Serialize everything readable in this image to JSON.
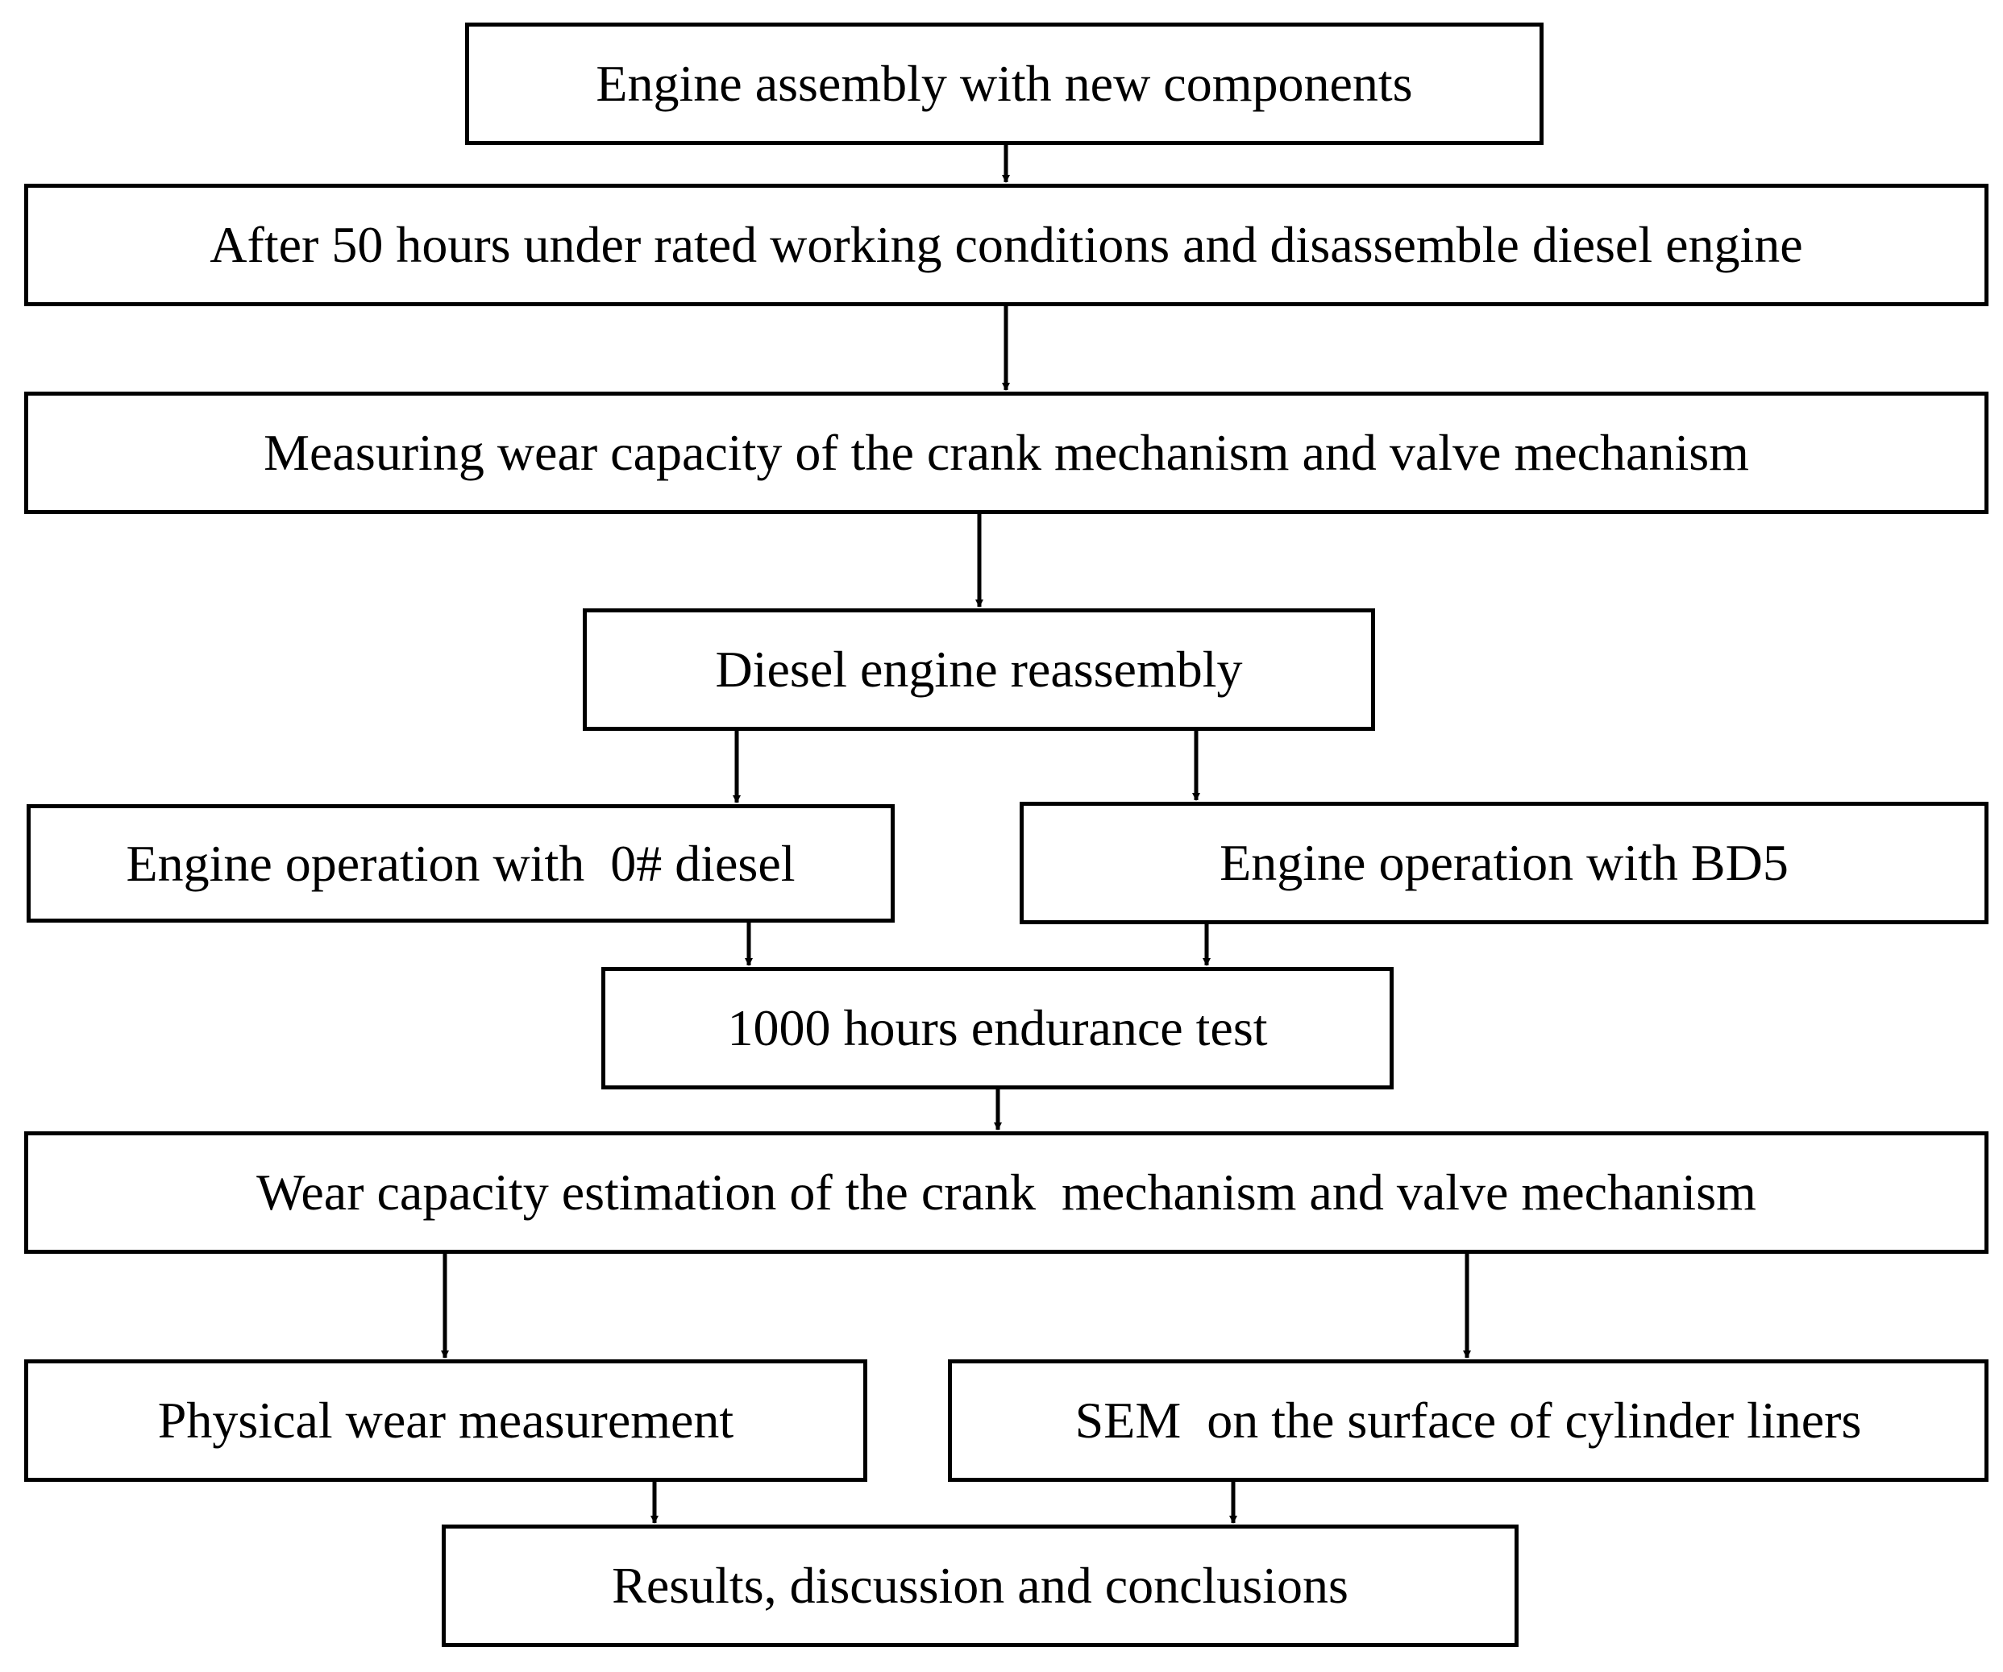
{
  "diagram": {
    "steps": {
      "assembly": "Engine assembly with new components",
      "run_50h": "After 50 hours under rated working conditions and disassemble diesel engine",
      "measure_wear": "Measuring wear capacity of the crank mechanism and valve mechanism",
      "reassembly": "Diesel engine reassembly",
      "op_diesel": "Engine operation with  0# diesel",
      "op_bd5": "Engine operation with BD5",
      "endurance": "1000 hours endurance test",
      "wear_estimation": "Wear capacity estimation of the crank  mechanism and valve mechanism",
      "physical_wear": "Physical wear measurement",
      "sem": "SEM  on the surface of cylinder liners",
      "results": "Results, discussion and conclusions"
    },
    "line_color": "#000000",
    "box_fill": "#ffffff"
  }
}
